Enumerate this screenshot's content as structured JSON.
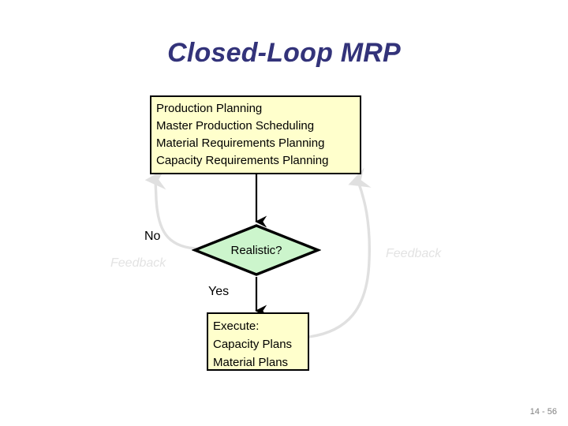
{
  "slide": {
    "title": "Closed-Loop MRP",
    "title_color": "#33337a",
    "background_color": "#ffffff",
    "page_number": "14 - 56"
  },
  "diagram": {
    "type": "flowchart",
    "nodes": [
      {
        "id": "planning",
        "shape": "process",
        "fill": "#ffffcc",
        "stroke": "#000000",
        "lines": [
          "Production Planning",
          "Master Production Scheduling",
          "Material Requirements Planning",
          "Capacity Requirements Planning"
        ]
      },
      {
        "id": "realistic",
        "shape": "decision",
        "fill": "#ccf5cc",
        "stroke": "#000000",
        "label": "Realistic?"
      },
      {
        "id": "execute",
        "shape": "process",
        "fill": "#ffffcc",
        "stroke": "#000000",
        "lines": [
          "Execute:",
          "Capacity Plans",
          "Material Plans"
        ]
      }
    ],
    "edges": [
      {
        "id": "planning-to-realistic",
        "from": "planning",
        "to": "realistic",
        "label": "",
        "style": "solid-black"
      },
      {
        "id": "realistic-to-execute",
        "from": "realistic",
        "to": "execute",
        "label": "Yes",
        "style": "solid-black"
      },
      {
        "id": "no-feedback",
        "from": "realistic",
        "to": "planning",
        "label": "No",
        "style": "curved-gray"
      },
      {
        "id": "execute-feedback",
        "from": "execute",
        "to": "planning",
        "label": "",
        "style": "curved-gray"
      }
    ],
    "labels": {
      "no": "No",
      "yes": "Yes",
      "feedback_left": "Feedback",
      "feedback_right": "Feedback"
    },
    "colors": {
      "process_fill": "#ffffcc",
      "decision_fill": "#ccf5cc",
      "edge_black": "#000000",
      "edge_gray": "#e0e0e0",
      "feedback_text": "#e3e3e3"
    }
  }
}
